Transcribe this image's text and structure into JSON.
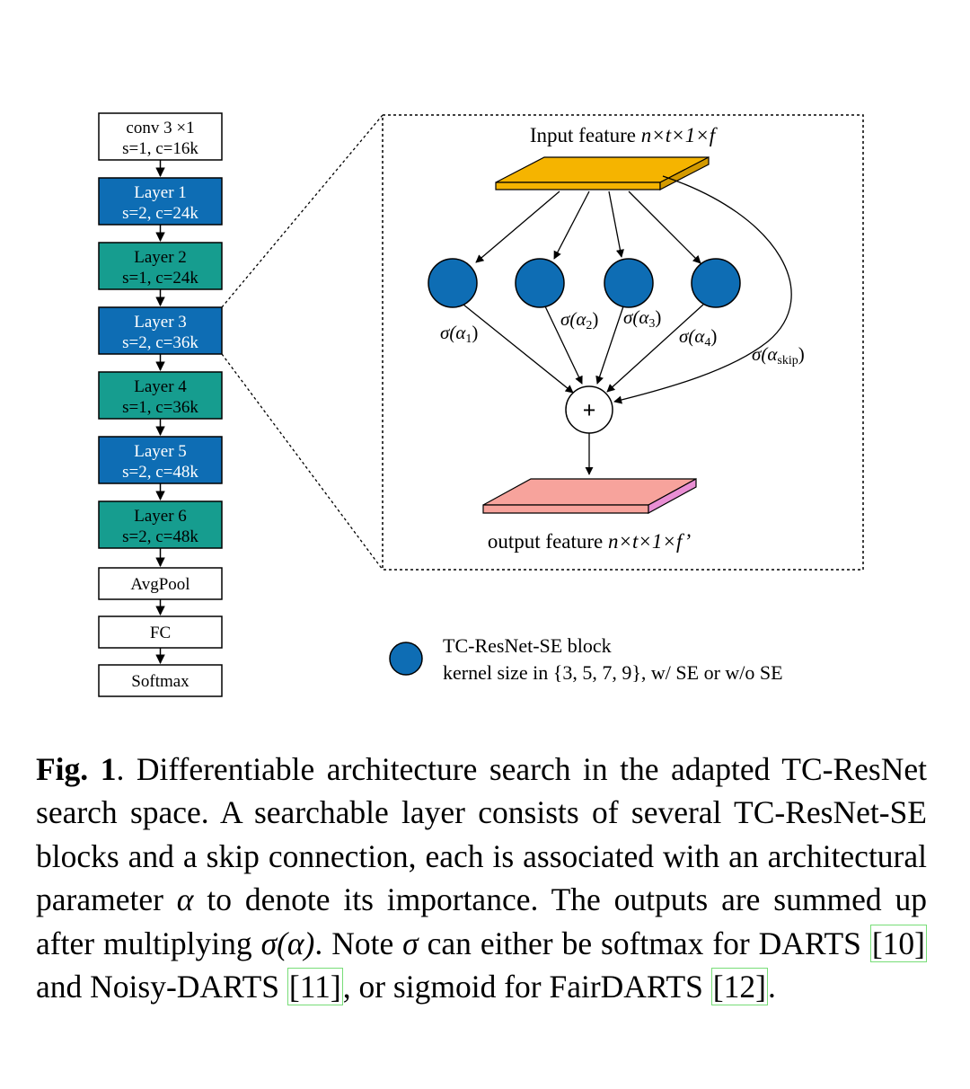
{
  "layers": [
    {
      "title": "conv 3 ×1",
      "params": "s=1, c=16k",
      "fill": "#ffffff",
      "text_color": "#000000"
    },
    {
      "title": "Layer 1",
      "params": "s=2, c=24k",
      "fill": "#0e6db4",
      "text_color": "#ffffff"
    },
    {
      "title": "Layer 2",
      "params": "s=1, c=24k",
      "fill": "#169d8f",
      "text_color": "#000000"
    },
    {
      "title": "Layer 3",
      "params": "s=2, c=36k",
      "fill": "#0e6db4",
      "text_color": "#ffffff"
    },
    {
      "title": "Layer 4",
      "params": "s=1, c=36k",
      "fill": "#169d8f",
      "text_color": "#000000"
    },
    {
      "title": "Layer 5",
      "params": "s=2, c=48k",
      "fill": "#0e6db4",
      "text_color": "#ffffff"
    },
    {
      "title": "Layer 6",
      "params": "s=2, c=48k",
      "fill": "#169d8f",
      "text_color": "#000000"
    },
    {
      "title": "AvgPool",
      "params": "",
      "fill": "#ffffff",
      "text_color": "#000000"
    },
    {
      "title": "FC",
      "params": "",
      "fill": "#ffffff",
      "text_color": "#000000"
    },
    {
      "title": "Softmax",
      "params": "",
      "fill": "#ffffff",
      "text_color": "#000000"
    }
  ],
  "detail": {
    "input_label": "Input feature",
    "input_dims": "n×t×1×f",
    "output_label": "output feature",
    "output_dims": "n×t×1×f’",
    "sum_symbol": "+",
    "weights": [
      {
        "sym": "σ(α",
        "sub": "1",
        "close": ")"
      },
      {
        "sym": "σ(α",
        "sub": "2",
        "close": ")"
      },
      {
        "sym": "σ(α",
        "sub": "3",
        "close": ")"
      },
      {
        "sym": "σ(α",
        "sub": "4",
        "close": ")"
      },
      {
        "sym": "σ(α",
        "sub": "skip",
        "close": ")"
      }
    ],
    "input_color": "#f5b400",
    "output_color": "#f7a39c",
    "block_color": "#0e6db4"
  },
  "legend": {
    "line1": "TC-ResNet-SE block",
    "line2": "kernel size in {3, 5, 7, 9}, w/ SE or w/o SE"
  },
  "caption": {
    "label": "Fig. 1",
    "p1": ". Differentiable architecture search in the adapted TC-ResNet search space. A searchable layer consists of several TC-ResNet-SE blocks and a skip connection, each is associated with an architectural parameter ",
    "alpha": "α",
    "p2": " to denote its importance. The outputs are summed up after multiplying ",
    "sigma_alpha": "σ(α)",
    "p3": ". Note ",
    "sigma": "σ",
    "p4": " can either be softmax for DARTS ",
    "ref1": "[10]",
    "p5": " and Noisy-DARTS ",
    "ref2": "[11]",
    "p6": ", or sigmoid for FairDARTS ",
    "ref3": "[12]",
    "p7": "."
  }
}
